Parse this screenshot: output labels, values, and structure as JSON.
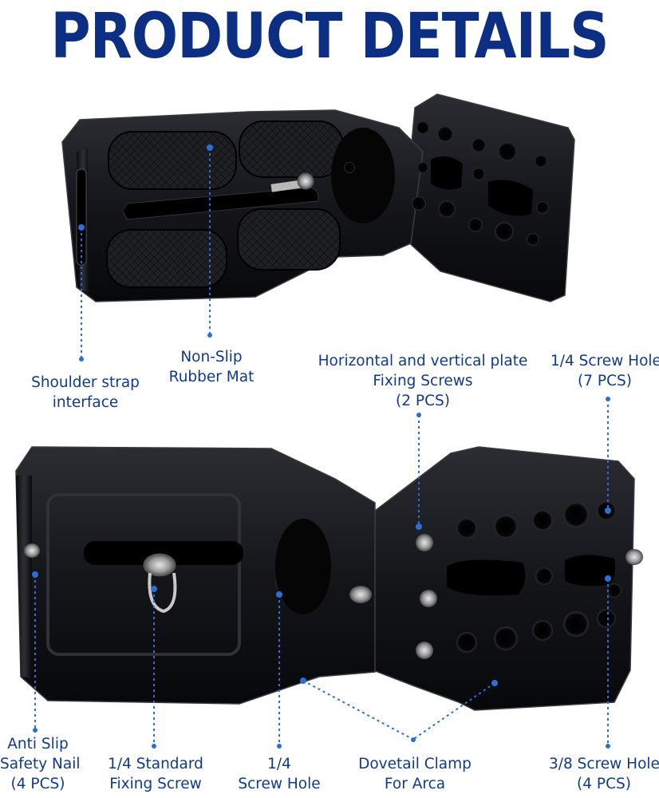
{
  "title": "PRODUCT DETAILS",
  "colors": {
    "title": "#0c2f84",
    "label": "#0f3a8e",
    "leader": "#2a6fd6",
    "metal": "#141518"
  },
  "labels": {
    "shoulder_strap": [
      "Shoulder strap",
      "interface"
    ],
    "rubber_mat": [
      "Non-Slip",
      "Rubber Mat"
    ],
    "fixing_screws": [
      "Horizontal and vertical plate",
      "Fixing Screws",
      "(2 PCS)"
    ],
    "quarter_screw_hole_7": [
      "1/4 Screw Hole",
      "(7 PCS)"
    ],
    "anti_slip": [
      "Anti Slip",
      "Safety Nail",
      "(4 PCS)"
    ],
    "standard_screw": [
      "1/4 Standard",
      "Fixing Screw"
    ],
    "quarter_screw_hole": [
      "1/4",
      "Screw Hole"
    ],
    "dovetail": [
      "Dovetail Clamp",
      "For Arca"
    ],
    "three_eighths_hole": [
      "3/8 Screw Hole",
      "(4 PCS)"
    ]
  }
}
